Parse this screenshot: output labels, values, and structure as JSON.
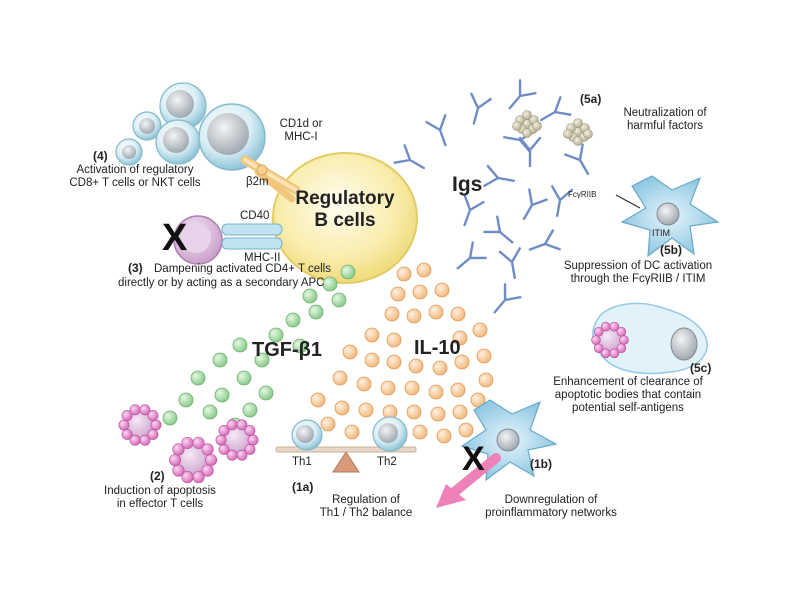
{
  "center": {
    "line1": "Regulatory",
    "line2": "B cells"
  },
  "igs": "Igs",
  "mech4": {
    "num": "(4)",
    "line1": "Activation of regulatory",
    "line2": "CD8+ T cells or NKT cells",
    "cd1d_line1": "CD1d or",
    "cd1d_line2": "MHC-I",
    "b2m": "β2m"
  },
  "mech3": {
    "num": "(3)",
    "line1": "Dampening activated CD4+ T cells",
    "line2": "directly or by acting as a secondary APC",
    "cd40": "CD40",
    "mhc2": "MHC-II",
    "x": "X"
  },
  "mech5a": {
    "num": "(5a)",
    "line1": "Neutralization of",
    "line2": "harmful factors"
  },
  "mech5b": {
    "num": "(5b)",
    "line1": "Suppression of DC activation",
    "line2": "through the FcγRIIB / ITIM",
    "fc": "FcγRIIB",
    "itim": "ITIM"
  },
  "mech5c": {
    "num": "(5c)",
    "line1": "Enhancement of clearance of",
    "line2": "apoptotic bodies that contain",
    "line3": "potential self-antigens"
  },
  "tgf": "TGF-β1",
  "il10": "IL-10",
  "mech2": {
    "num": "(2)",
    "line1": "Induction of apoptosis",
    "line2": "in effector T cells"
  },
  "mech1a": {
    "num": "(1a)",
    "line1": "Regulation of",
    "line2": "Th1 / Th2 balance",
    "th1": "Th1",
    "th2": "Th2"
  },
  "mech1b": {
    "num": "(1b)",
    "line1": "Downregulation of",
    "line2": "proinflammatory networks",
    "x": "X"
  },
  "colors": {
    "bcell": "#f7e9a0",
    "tgf": "#8fd18f",
    "il10": "#f6c28a",
    "ig": "#5a7bb8",
    "tcell": "#bfe3ee",
    "apoptotic": "#e58fd0",
    "arrow": "#e878b4"
  }
}
